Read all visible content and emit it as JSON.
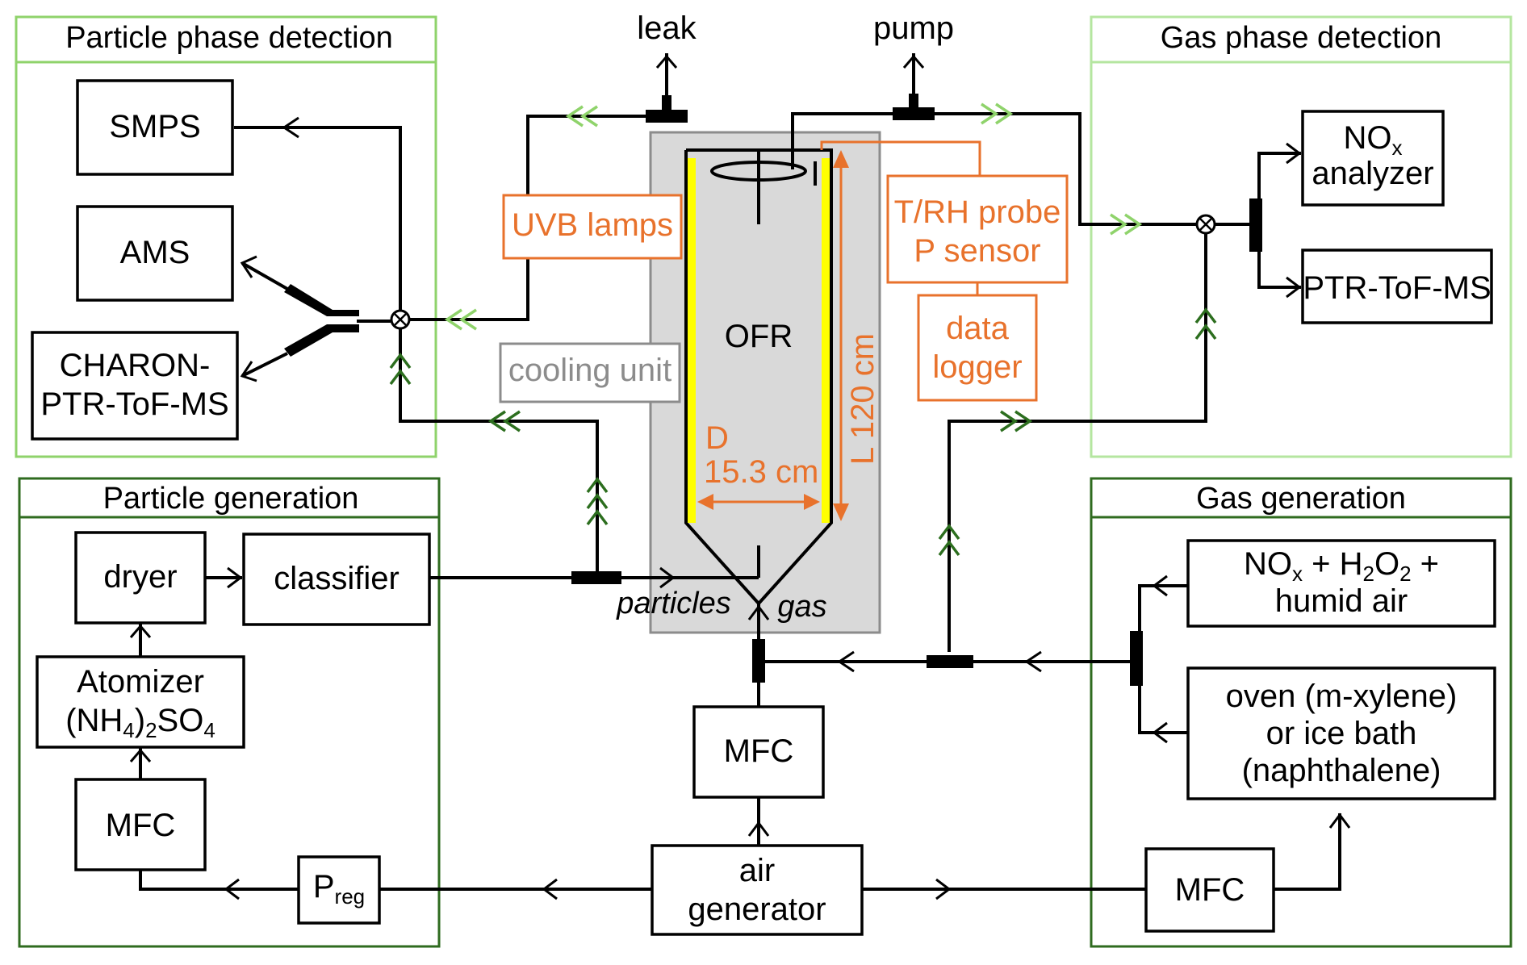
{
  "sections": {
    "particle_detection": "Particle phase detection",
    "gas_detection": "Gas phase detection",
    "particle_generation": "Particle generation",
    "gas_generation": "Gas generation"
  },
  "top_labels": {
    "leak": "leak",
    "pump": "pump"
  },
  "boxes": {
    "smps": "SMPS",
    "ams": "AMS",
    "charon_1": "CHARON-",
    "charon_2": "PTR-ToF-MS",
    "nox_analyzer_1_base": "NO",
    "nox_analyzer_1_sub": "x",
    "nox_analyzer_2": "analyzer",
    "ptr_tof_ms": "PTR-ToF-MS",
    "uvb_lamps": "UVB lamps",
    "cooling_unit": "cooling unit",
    "trh_probe": "T/RH probe",
    "p_sensor": "P sensor",
    "data_logger_1": "data",
    "data_logger_2": "logger",
    "dryer": "dryer",
    "classifier": "classifier",
    "atomizer_1": "Atomizer",
    "atomizer_2": "(NH4)2SO4",
    "mfc_particle": "MFC",
    "mfc_center": "MFC",
    "mfc_gas": "MFC",
    "preg_base": "P",
    "preg_sub": "reg",
    "air_gen_1": "air",
    "air_gen_2": "generator",
    "nox_mix_1": "NOx + H2O2 +",
    "nox_mix_2": "humid air",
    "oven_1": "oven (m-xylene)",
    "oven_2": "or ice bath",
    "oven_3": "(naphthalene)"
  },
  "reactor": {
    "name": "OFR",
    "diameter_label": "D",
    "diameter_value": "15.3 cm",
    "length_label": "L 120 cm",
    "inlet_particles": "particles",
    "inlet_gas": "gas"
  },
  "colors": {
    "particle_detection_border": "#8fd36b",
    "gas_detection_border": "#b5e6a0",
    "generation_border": "#2f6b1f",
    "reactor_fill": "#d9d9d9",
    "lamps": "#ffff00",
    "instrument_orange": "#e8722c",
    "cooling_gray": "#8c8c8c"
  }
}
